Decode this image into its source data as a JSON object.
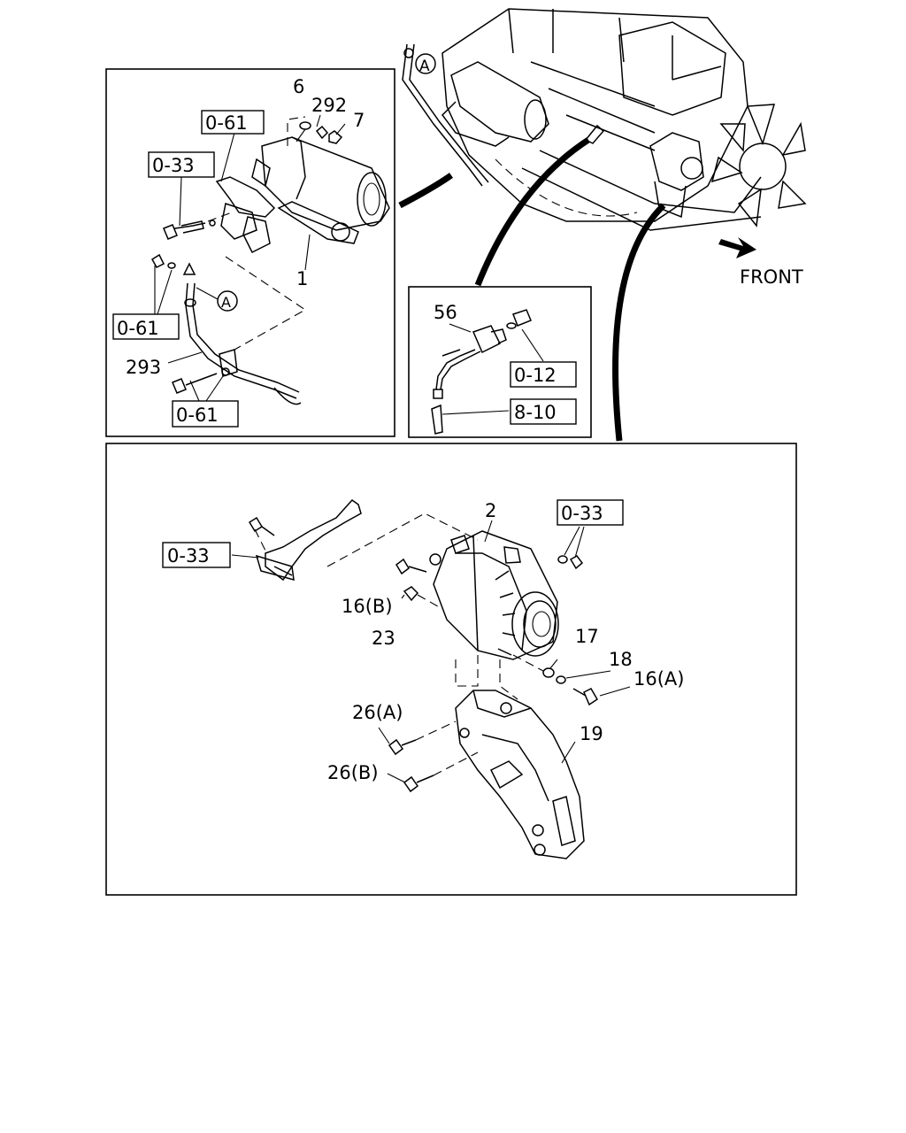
{
  "figure": {
    "front_label": "FRONT",
    "marker_a": "A"
  },
  "refs": {
    "r061": "0-61",
    "r033": "0-33",
    "r012": "0-12",
    "r810": "8-10"
  },
  "parts": {
    "p6": "6",
    "p292": "292",
    "p7": "7",
    "p1": "1",
    "p293": "293",
    "p56": "56",
    "p2": "2",
    "p16b": "16(B)",
    "p23": "23",
    "p17": "17",
    "p18": "18",
    "p16a": "16(A)",
    "p26a": "26(A)",
    "p26b": "26(B)",
    "p19": "19"
  }
}
